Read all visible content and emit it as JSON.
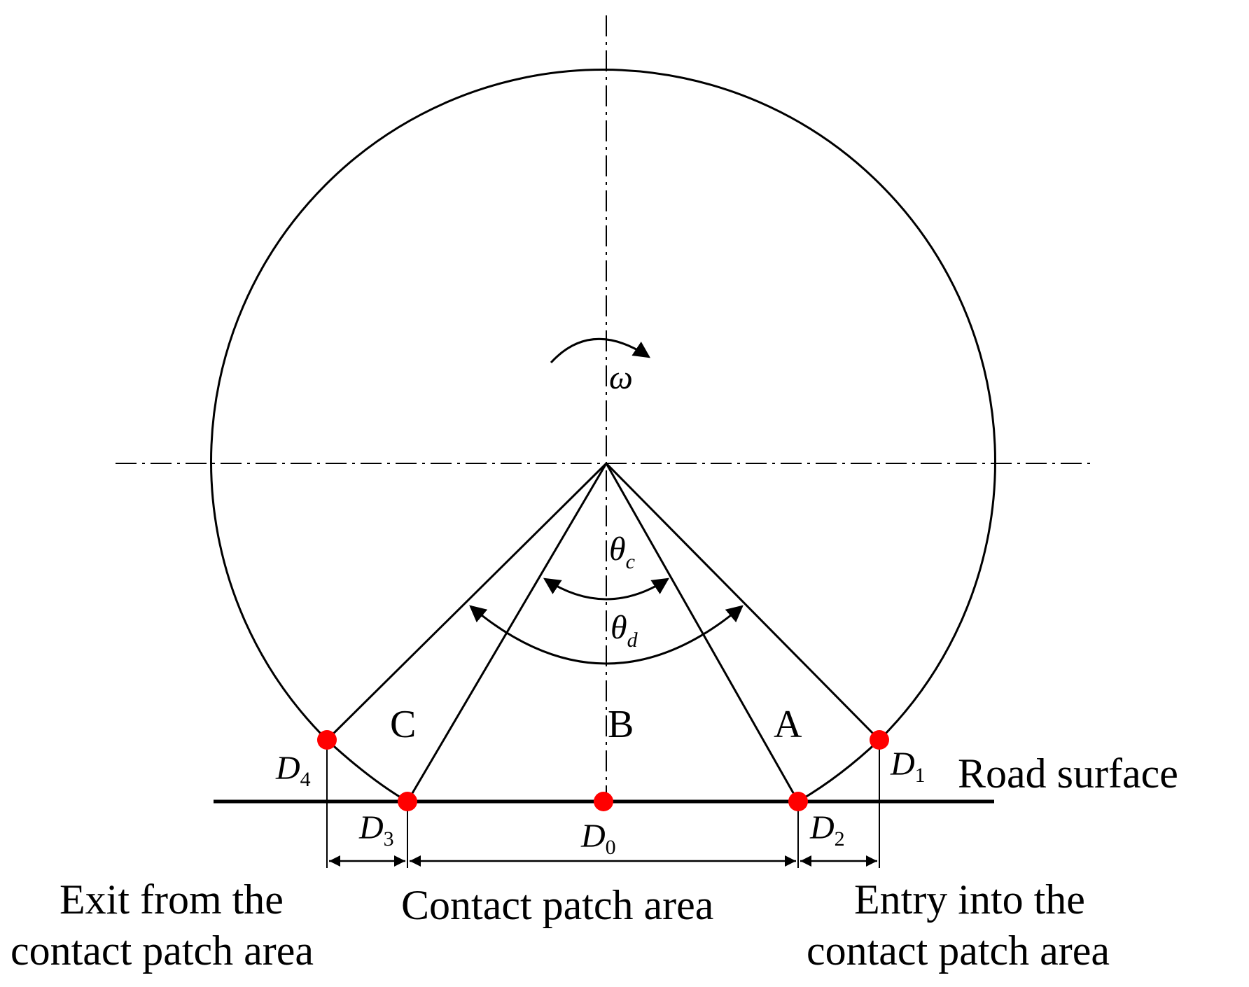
{
  "labels": {
    "omega": "ω",
    "theta_c": {
      "base": "θ",
      "sub": "c"
    },
    "theta_d": {
      "base": "θ",
      "sub": "d"
    },
    "region_a": "A",
    "region_b": "B",
    "region_c": "C",
    "d0": {
      "base": "D",
      "sub": "0"
    },
    "d1": {
      "base": "D",
      "sub": "1"
    },
    "d2": {
      "base": "D",
      "sub": "2"
    },
    "d3": {
      "base": "D",
      "sub": "3"
    },
    "d4": {
      "base": "D",
      "sub": "4"
    },
    "road_surface": "Road surface",
    "exit_line1": "Exit from the",
    "exit_line2": "contact patch area",
    "contact_patch": "Contact patch area",
    "entry_line1": "Entry into the",
    "entry_line2": "contact patch area"
  },
  "colors": {
    "line": "#000000",
    "point": "#ff0000",
    "background": "#ffffff"
  }
}
